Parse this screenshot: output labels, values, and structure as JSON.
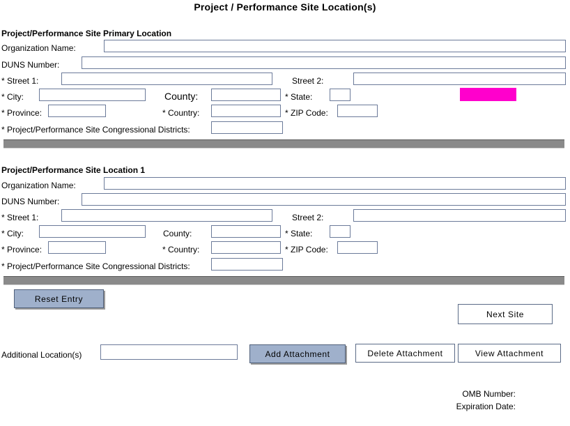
{
  "page": {
    "title": "Project / Performance Site Location(s)"
  },
  "sections": [
    {
      "heading": "Project/Performance Site Primary Location",
      "fields": {
        "organization_name_label": "Organization Name:",
        "organization_name_value": "",
        "duns_label": "DUNS Number:",
        "duns_value": "",
        "street1_label": "* Street 1:",
        "street1_value": "",
        "street2_label": "Street 2:",
        "street2_value": "",
        "city_label": "* City:",
        "city_value": "",
        "county_label": "County:",
        "county_value": "",
        "state_label": "* State:",
        "state_value": "",
        "province_label": "* Province:",
        "province_value": "",
        "country_label": "* Country:",
        "country_value": "",
        "zip_label": "* ZIP Code:",
        "zip_value": "",
        "districts_label": "* Project/Performance Site Congressional Districts:",
        "districts_value": ""
      }
    },
    {
      "heading": "Project/Performance Site Location 1",
      "fields": {
        "organization_name_label": "Organization Name:",
        "organization_name_value": "",
        "duns_label": "DUNS Number:",
        "duns_value": "",
        "street1_label": "* Street 1:",
        "street1_value": "",
        "street2_label": "Street 2:",
        "street2_value": "",
        "city_label": "* City:",
        "city_value": "",
        "county_label": "County:",
        "county_value": "",
        "state_label": "* State:",
        "state_value": "",
        "province_label": "* Province:",
        "province_value": "",
        "country_label": "* Country:",
        "country_value": "",
        "zip_label": "* ZIP Code:",
        "zip_value": "",
        "districts_label": "* Project/Performance Site Congressional Districts:",
        "districts_value": ""
      }
    }
  ],
  "buttons": {
    "reset_entry": "Reset Entry",
    "next_site": "Next Site",
    "add_attachment": "Add Attachment",
    "delete_attachment": "Delete Attachment",
    "view_attachment": "View  Attachment"
  },
  "footer": {
    "additional_locations_label": "Additional Location(s)",
    "additional_locations_value": "",
    "omb_number_label": "OMB Number:",
    "expiration_date_label": "Expiration Date:"
  },
  "colors": {
    "highlight": "#ff00cc",
    "field_border": "#6b7a99",
    "button_shaded": "#9fb0cb",
    "divider": "#8a8a8a"
  }
}
